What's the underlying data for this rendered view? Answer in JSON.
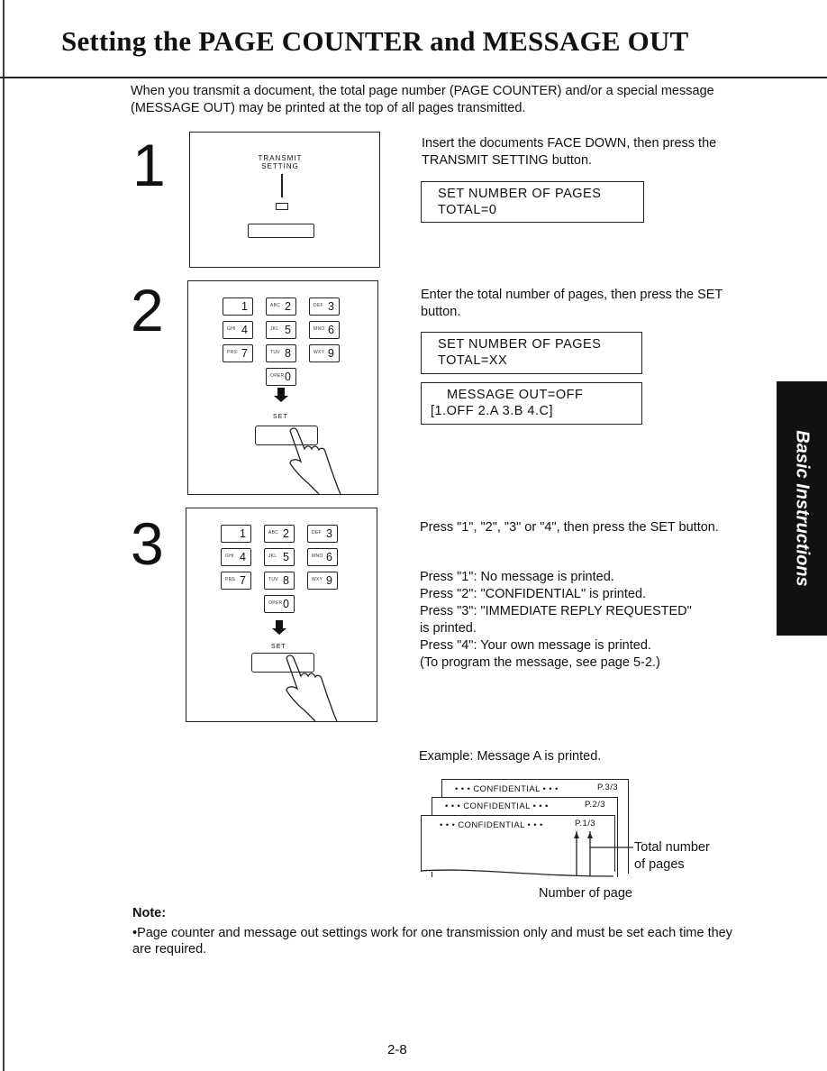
{
  "title": "Setting the PAGE COUNTER and MESSAGE OUT",
  "intro": "When you transmit a document, the total page number (PAGE COUNTER) and/or a special message (MESSAGE OUT) may be printed at the top of all pages transmitted.",
  "side_tab": "Basic Instructions",
  "steps": [
    {
      "number": "1",
      "panel_label_1": "TRANSMIT",
      "panel_label_2": "SETTING",
      "text": "Insert the documents FACE DOWN, then press the TRANSMIT SETTING button.",
      "lcd": [
        "SET NUMBER OF PAGES",
        "TOTAL=0"
      ]
    },
    {
      "number": "2",
      "set_label": "SET",
      "text": "Enter the total number of pages, then press the SET button.",
      "lcd": [
        "SET NUMBER OF PAGES",
        "TOTAL=XX"
      ],
      "lcd2": [
        "MESSAGE OUT=OFF",
        "[1.OFF 2.A 3.B 4.C]"
      ]
    },
    {
      "number": "3",
      "set_label": "SET",
      "text": "Press \"1\", \"2\", \"3\" or \"4\", then press the SET button.",
      "options": [
        "Press \"1\": No message is printed.",
        "Press \"2\": \"CONFIDENTIAL\" is printed.",
        "Press \"3\": \"IMMEDIATE REPLY REQUESTED\"",
        "is printed.",
        "Press \"4\": Your own message is printed.",
        "(To program the message, see page 5-2.)"
      ]
    }
  ],
  "keypad": [
    {
      "num": "1",
      "sub": ""
    },
    {
      "num": "2",
      "sub": "ABC"
    },
    {
      "num": "3",
      "sub": "DEF"
    },
    {
      "num": "4",
      "sub": "GHI"
    },
    {
      "num": "5",
      "sub": "JKL"
    },
    {
      "num": "6",
      "sub": "MNO"
    },
    {
      "num": "7",
      "sub": "PRS"
    },
    {
      "num": "8",
      "sub": "TUV"
    },
    {
      "num": "9",
      "sub": "WXY"
    },
    {
      "num": "0",
      "sub": "OPER"
    }
  ],
  "example": {
    "caption": "Example: Message A is printed.",
    "strips": [
      {
        "msg": "• • • CONFIDENTIAL • • •",
        "page": "P.3/3"
      },
      {
        "msg": "• • • CONFIDENTIAL • • •",
        "page": "P.2/3"
      },
      {
        "msg": "• • • CONFIDENTIAL • • •",
        "page": "P.1/3"
      }
    ],
    "total_label_1": "Total number",
    "total_label_2": "of pages",
    "page_label": "Number of page"
  },
  "note_heading": "Note:",
  "note": "•Page counter and message out settings work for one transmission only and must be set each time they are required.",
  "page_number": "2-8"
}
